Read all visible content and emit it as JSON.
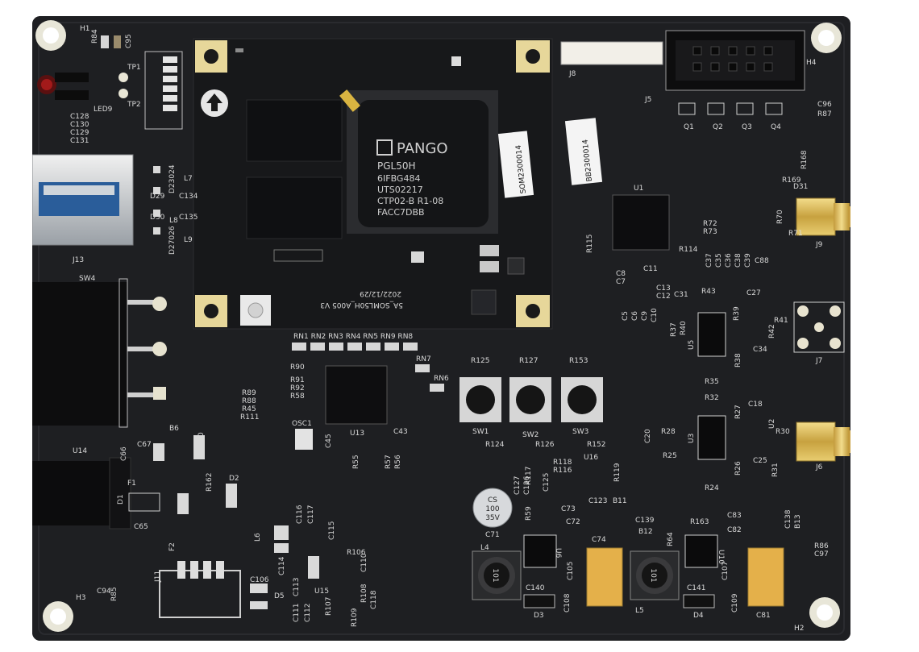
{
  "board": {
    "chip_logo": "PANGO",
    "chip_lines": [
      "PGL50H",
      "6IFBG484",
      "UTS02217",
      "CTP02-B R1-08",
      "FACC7DBB"
    ],
    "som_sticker": "SOM2300014",
    "bb_sticker": "BB2300014",
    "som_label": "5A_SOML50H_A005 V3",
    "som_date": "2022/12/29",
    "cap_value": [
      "CS",
      "100",
      "35V"
    ],
    "inductor_l4": "101",
    "inductor_l5": "101",
    "reference_labels": {
      "h1": "H1",
      "h2": "H2",
      "h3": "H3",
      "h4": "H4",
      "led9": "LED9",
      "tp1": "TP1",
      "tp2": "TP2",
      "j13": "J13",
      "sw4": "SW4",
      "u14": "U14",
      "j5": "J5",
      "j6": "J6",
      "j7": "J7",
      "j8": "J8",
      "j9": "J9",
      "j11": "J11",
      "u1": "U1",
      "u13": "U13",
      "u3": "U3",
      "u5": "U5",
      "u15": "U15",
      "u16": "U16",
      "osc1": "OSC1",
      "sw1": "SW1",
      "sw2": "SW2",
      "sw3": "SW3",
      "q1": "Q1",
      "q2": "Q2",
      "q3": "Q3",
      "q4": "Q4",
      "l4": "L4",
      "l5": "L5",
      "d3": "D3",
      "d4": "D4",
      "c71": "C71",
      "c74": "C74",
      "c81": "C81",
      "rn_row": "RN1 RN2 RN3 RN4 RN5 RN9 RN8",
      "rn7": "RN7",
      "rn6": "RN6",
      "r125": "R125",
      "r127": "R127",
      "r153": "R153",
      "r124": "R124",
      "r126": "R126",
      "r152": "R152",
      "c128": "C128",
      "c130": "C130",
      "c129": "C129",
      "c131": "C131",
      "r84": "R84",
      "c95": "C95",
      "r87": "R87",
      "c96": "C96",
      "r168": "R168",
      "r169": "R169",
      "d31": "D31",
      "r114": "R114",
      "r115": "R115",
      "c88": "C88",
      "r72": "R72",
      "r73": "R73",
      "r70": "R70",
      "r71": "R71",
      "r43": "R43",
      "c27": "C27",
      "c31": "C31",
      "r39": "R39",
      "r41": "R41",
      "r42": "R42",
      "c34": "C34",
      "r35": "R35",
      "r37": "R37",
      "r40": "R40",
      "r38": "R38",
      "r32": "R32",
      "c18": "C18",
      "r28": "R28",
      "r25": "R25",
      "c20": "C20",
      "r24": "R24",
      "r26": "R26",
      "r27": "R27",
      "r30": "R30",
      "c25": "C25",
      "r31": "R31",
      "u2": "U2",
      "r90": "R90",
      "r91": "R91",
      "r92": "R92",
      "r58": "R58",
      "r89": "R89",
      "r88": "R88",
      "r45": "R45",
      "r111": "R111",
      "c45": "C45",
      "c43": "C43",
      "r55": "R55",
      "r57": "R57",
      "r56": "R56",
      "d23024": "D23024",
      "d27026": "D27026",
      "d29": "D29",
      "d30": "D30",
      "l7": "L7",
      "l8": "L8",
      "l9": "L9",
      "c134": "C134",
      "c135": "C135",
      "b6": "B6",
      "c67": "C67",
      "c70": "C70",
      "c66": "C66",
      "c65": "C65",
      "r162": "R162",
      "d2": "D2",
      "d1": "D1",
      "f1": "F1",
      "f2": "F2",
      "c106": "C106",
      "d5": "D5",
      "l6": "L6",
      "c116": "C116",
      "c117": "C117",
      "c115": "C115",
      "r106": "R106",
      "c114": "C114",
      "r109": "R109",
      "r108": "R108",
      "r107": "R107",
      "c110": "C110",
      "c111": "C111",
      "c112": "C112",
      "c113": "C113",
      "c118": "C118",
      "c94": "C94",
      "r85": "R85",
      "r59": "R59",
      "c73": "C73",
      "c72": "C72",
      "c123": "C123",
      "b11": "B11",
      "r119": "R119",
      "r118": "R118",
      "r117": "R117",
      "r116": "R116",
      "c127": "C127",
      "c126": "C126",
      "c125": "C125",
      "c139": "C139",
      "b12": "B12",
      "r163": "R163",
      "c83": "C83",
      "c82": "C82",
      "r64": "R64",
      "c105": "C105",
      "c108": "C108",
      "c140": "C140",
      "c138": "C138",
      "b13": "B13",
      "r86": "R86",
      "c97": "C97",
      "c141": "C141",
      "c109": "C109",
      "c107": "C107",
      "u6": "U6",
      "u10": "U10",
      "c8": "C8",
      "c7": "C7",
      "c11": "C11",
      "c13": "C13",
      "c12": "C12",
      "c5": "C5",
      "c6": "C6",
      "c9": "C9",
      "c10": "C10",
      "c37": "C37",
      "c35": "C35",
      "c36": "C36",
      "c38": "C38",
      "c39": "C39"
    }
  }
}
